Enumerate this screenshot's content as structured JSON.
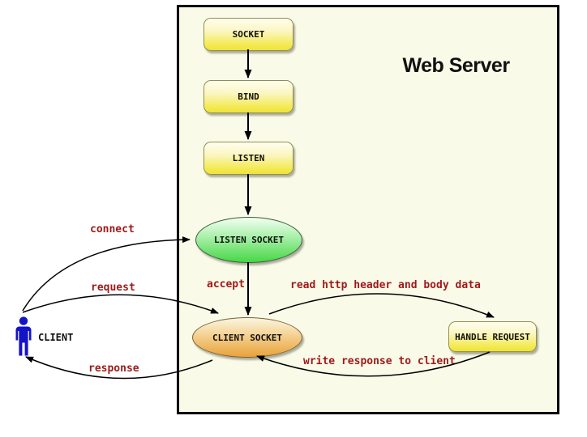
{
  "title": "Web Server",
  "client": {
    "label": "CLIENT"
  },
  "nodes": {
    "socket": {
      "label": "SOCKET"
    },
    "bind": {
      "label": "BIND"
    },
    "listen": {
      "label": "LISTEN"
    },
    "listen_socket": {
      "label": "LISTEN SOCKET"
    },
    "client_socket": {
      "label": "CLIENT SOCKET"
    },
    "handle_request": {
      "label": "HANDLE REQUEST"
    }
  },
  "edge_labels": {
    "connect": "connect",
    "request": "request",
    "response": "response",
    "accept": "accept",
    "read_http": "read http header and body data",
    "write_response": "write response to client"
  },
  "colors": {
    "server_background": "#FAFAE8",
    "node_yellow_top": "#FFFEF0",
    "node_yellow_bottom": "#EFE23C",
    "listen_socket_green": "#46D846",
    "client_socket_orange": "#E9A23A",
    "edge_label_red": "#9E1A1A",
    "client_blue": "#1313C8",
    "arrow_black": "#000000"
  }
}
